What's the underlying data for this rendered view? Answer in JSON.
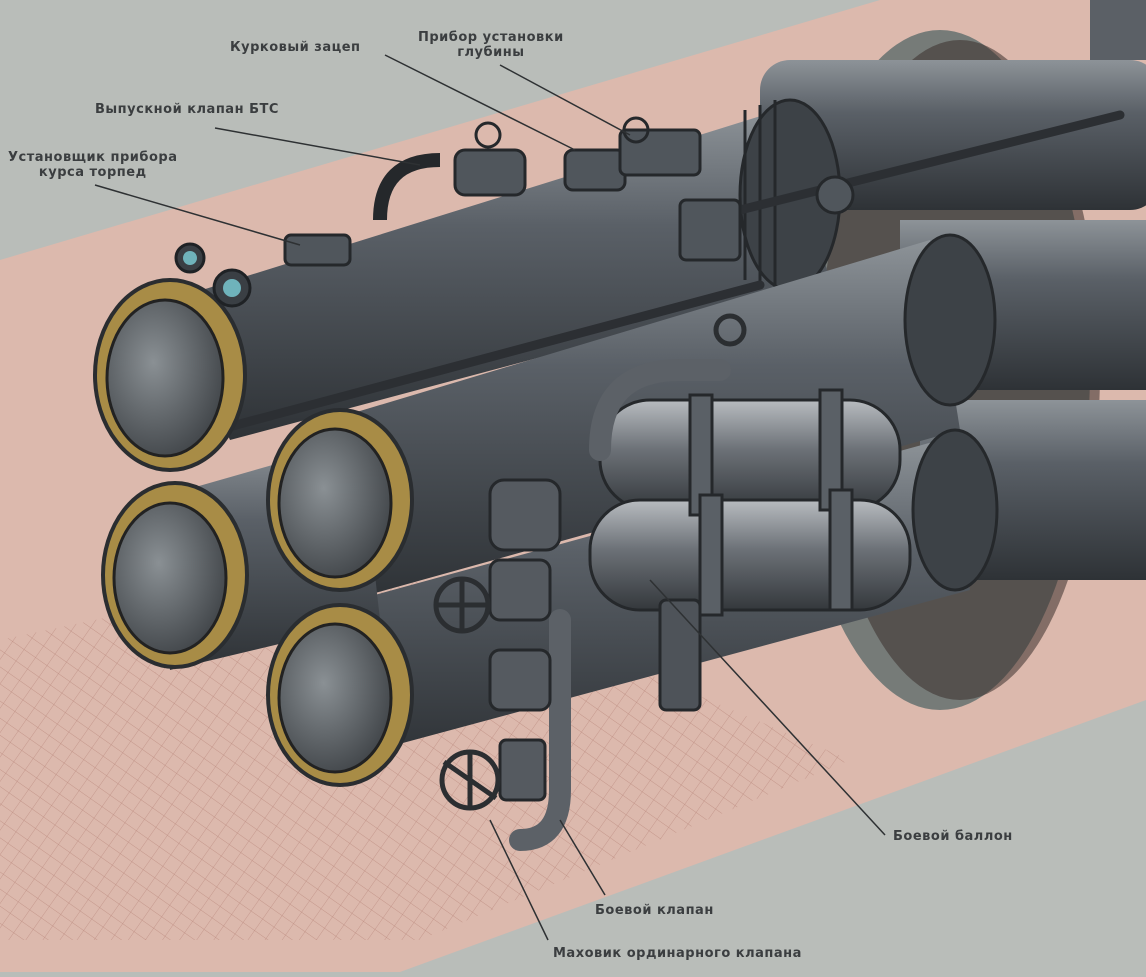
{
  "labels": {
    "kurkovy_zatsep": "Курковый зацеп",
    "pribor_glubiny_1": "Прибор установки",
    "pribor_glubiny_2": "глубины",
    "vypusknoy_klapan": "Выпускной клапан БТС",
    "ustanovshik_1": "Установщик прибора",
    "ustanovshik_2": "курса торпед",
    "boevoy_ballon": "Боевой баллон",
    "boevoy_klapan": "Боевой клапан",
    "makhovik": "Маховик ординарного клапана"
  },
  "colors": {
    "background": "#b9bdb9",
    "hull_band": "#dcb9ad",
    "tube_metal": "#4a4f55",
    "tube_end_bronze": "#a88c46",
    "callout_text": "#3b3e40"
  }
}
